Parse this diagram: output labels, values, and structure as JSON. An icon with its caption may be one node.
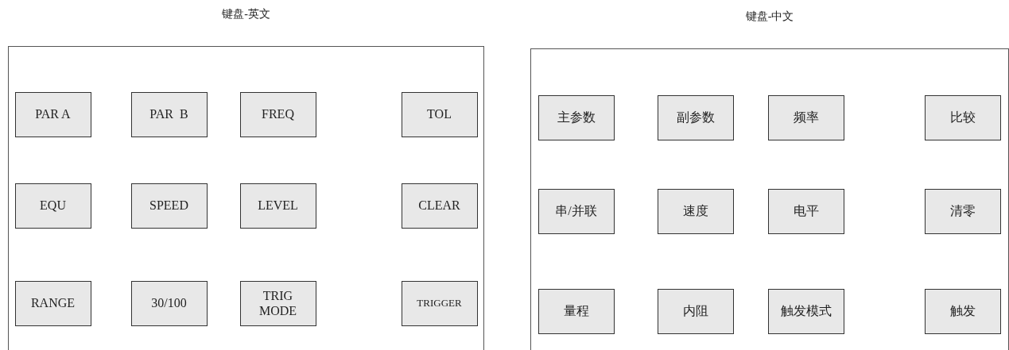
{
  "diagram": {
    "nodes": [
      {
        "text": [
          "键盘-英文"
        ]
      },
      {
        "text": [
          "PAR A"
        ],
        "in": 0
      },
      {
        "text": [
          "PAR  B"
        ],
        "in": 0
      },
      {
        "text": [
          "FREQ"
        ],
        "in": 0
      },
      {
        "text": [
          "TOL"
        ],
        "in": 0
      },
      {
        "text": [
          "EQU"
        ],
        "in": 0
      },
      {
        "text": [
          "SPEED"
        ],
        "in": 0
      },
      {
        "text": [
          "LEVEL"
        ],
        "in": 0
      },
      {
        "text": [
          "CLEAR"
        ],
        "in": 0
      },
      {
        "text": [
          "RANGE"
        ],
        "in": 0
      },
      {
        "text": [
          "30/100"
        ],
        "in": 0
      },
      {
        "text": [
          "TRIG MODE"
        ],
        "in": 0
      },
      {
        "text": [
          "TRIGGER"
        ],
        "in": 0
      },
      {
        "text": [
          "键盘-中文"
        ]
      },
      {
        "text": [
          "主参数"
        ],
        "in": 13
      },
      {
        "text": [
          "副参数"
        ],
        "in": 13
      },
      {
        "text": [
          "频率"
        ],
        "in": 13
      },
      {
        "text": [
          "比较"
        ],
        "in": 13
      },
      {
        "text": [
          "串/并联"
        ],
        "in": 13
      },
      {
        "text": [
          "速度"
        ],
        "in": 13
      },
      {
        "text": [
          "电平"
        ],
        "in": 13
      },
      {
        "text": [
          "清零"
        ],
        "in": 13
      },
      {
        "text": [
          "量程"
        ],
        "in": 13
      },
      {
        "text": [
          "内阻"
        ],
        "in": 13
      },
      {
        "text": [
          "触发模式"
        ],
        "in": 13
      },
      {
        "text": [
          "触发"
        ],
        "in": 13
      }
    ]
  }
}
